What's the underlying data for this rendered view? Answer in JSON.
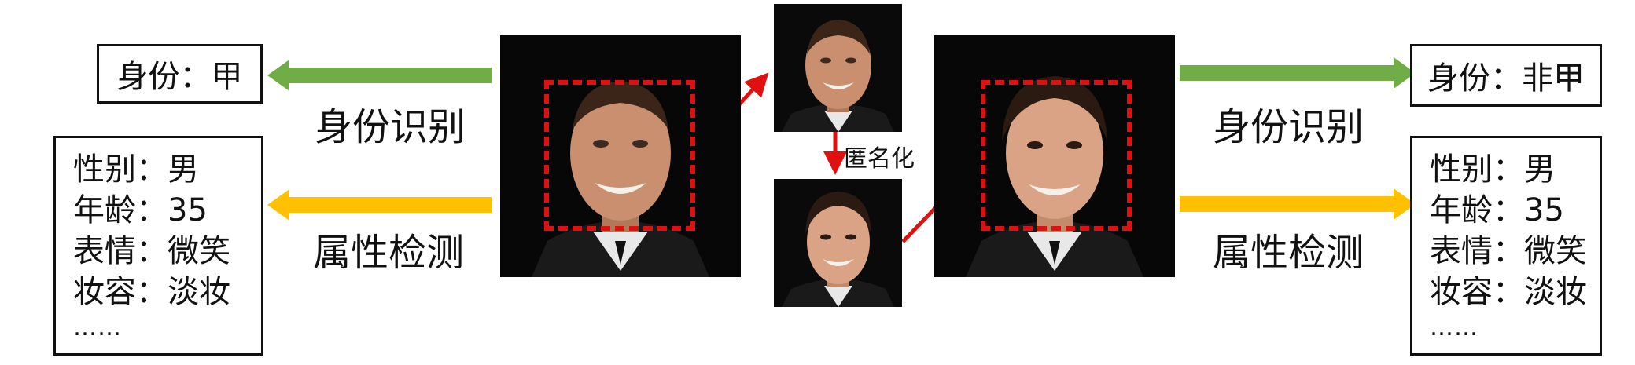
{
  "left": {
    "identity_label": "身份识别",
    "attribute_label": "属性检测",
    "identity_box": "身份：甲",
    "attributes": [
      "性别：男",
      "年龄：35",
      "表情：微笑",
      "妆容：淡妆"
    ],
    "more": "……"
  },
  "right": {
    "identity_label": "身份识别",
    "attribute_label": "属性检测",
    "identity_box": "身份：非甲",
    "attributes": [
      "性别：男",
      "年龄：35",
      "表情：微笑",
      "妆容：淡妆"
    ],
    "more": "……"
  },
  "center": {
    "anonymize_label": "匿名化"
  },
  "colors": {
    "identity_arrow": "#70ad47",
    "attribute_arrow": "#ffc000",
    "red": "#e01010"
  }
}
